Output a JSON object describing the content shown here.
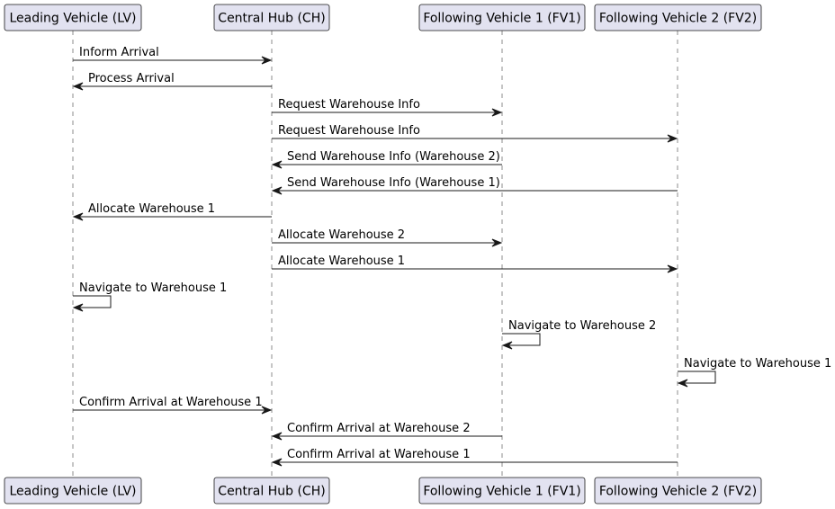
{
  "diagram": {
    "participants": [
      {
        "id": "LV",
        "label": "Leading Vehicle (LV)"
      },
      {
        "id": "CH",
        "label": "Central Hub (CH)"
      },
      {
        "id": "FV1",
        "label": "Following Vehicle 1 (FV1)"
      },
      {
        "id": "FV2",
        "label": "Following Vehicle 2 (FV2)"
      }
    ],
    "messages": [
      {
        "from": "LV",
        "to": "CH",
        "label": "Inform Arrival"
      },
      {
        "from": "CH",
        "to": "LV",
        "label": "Process Arrival"
      },
      {
        "from": "CH",
        "to": "FV1",
        "label": "Request Warehouse Info"
      },
      {
        "from": "CH",
        "to": "FV2",
        "label": "Request Warehouse Info"
      },
      {
        "from": "FV1",
        "to": "CH",
        "label": "Send Warehouse Info (Warehouse 2)"
      },
      {
        "from": "FV2",
        "to": "CH",
        "label": "Send Warehouse Info (Warehouse 1)"
      },
      {
        "from": "CH",
        "to": "LV",
        "label": "Allocate Warehouse 1"
      },
      {
        "from": "CH",
        "to": "FV1",
        "label": "Allocate Warehouse 2"
      },
      {
        "from": "CH",
        "to": "FV2",
        "label": "Allocate Warehouse 1"
      },
      {
        "from": "LV",
        "to": "LV",
        "label": "Navigate to Warehouse 1"
      },
      {
        "from": "FV1",
        "to": "FV1",
        "label": "Navigate to Warehouse 2"
      },
      {
        "from": "FV2",
        "to": "FV2",
        "label": "Navigate to Warehouse 1"
      },
      {
        "from": "LV",
        "to": "CH",
        "label": "Confirm Arrival at Warehouse 1"
      },
      {
        "from": "FV1",
        "to": "CH",
        "label": "Confirm Arrival at Warehouse 2"
      },
      {
        "from": "FV2",
        "to": "CH",
        "label": "Confirm Arrival at Warehouse 1"
      }
    ]
  }
}
